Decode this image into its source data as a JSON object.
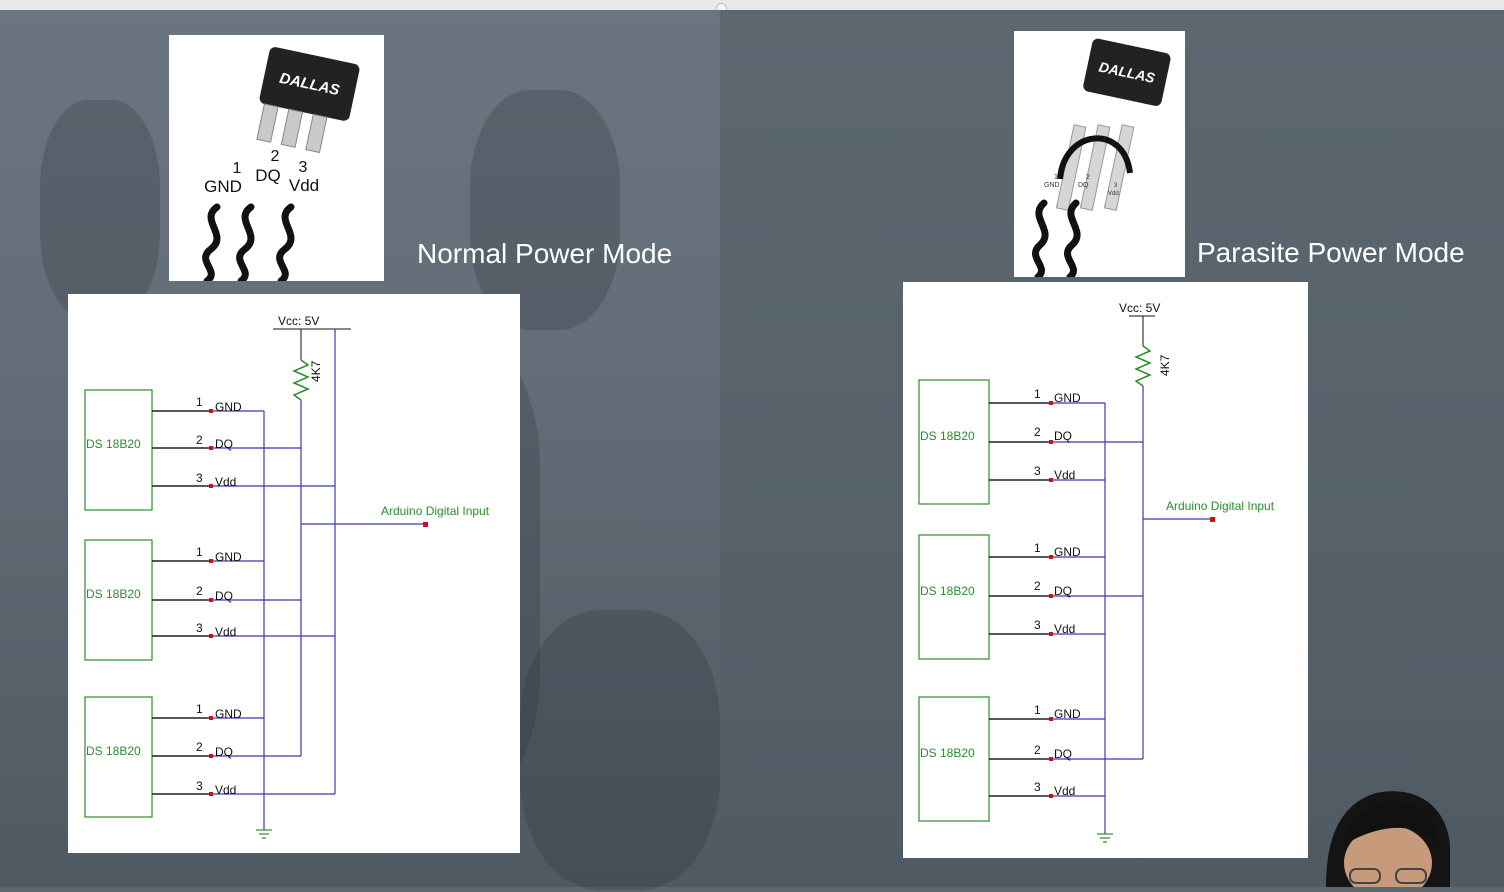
{
  "modes": [
    {
      "title": "Normal Power Mode",
      "package": {
        "brand": "DALLAS",
        "pins": [
          {
            "num": "1",
            "name": "GND"
          },
          {
            "num": "2",
            "name": "DQ"
          },
          {
            "num": "3",
            "name": "Vdd"
          }
        ]
      },
      "schematic": {
        "vcc_label": "Vcc: 5V",
        "resistor_label": "4K7",
        "output_label": "Arduino Digital Input",
        "sensors": [
          {
            "label": "DS 18B20",
            "pins": [
              {
                "num": "1",
                "name": "GND"
              },
              {
                "num": "2",
                "name": "DQ"
              },
              {
                "num": "3",
                "name": "Vdd"
              }
            ]
          },
          {
            "label": "DS 18B20",
            "pins": [
              {
                "num": "1",
                "name": "GND"
              },
              {
                "num": "2",
                "name": "DQ"
              },
              {
                "num": "3",
                "name": "Vdd"
              }
            ]
          },
          {
            "label": "DS 18B20",
            "pins": [
              {
                "num": "1",
                "name": "GND"
              },
              {
                "num": "2",
                "name": "DQ"
              },
              {
                "num": "3",
                "name": "Vdd"
              }
            ]
          }
        ]
      }
    },
    {
      "title": "Parasite Power Mode",
      "package": {
        "brand": "DALLAS",
        "pins": [
          {
            "num": "1",
            "name": "GND"
          },
          {
            "num": "2",
            "name": "DQ"
          },
          {
            "num": "3",
            "name": "Vdd"
          }
        ]
      },
      "schematic": {
        "vcc_label": "Vcc: 5V",
        "resistor_label": "4K7",
        "output_label": "Arduino Digital Input",
        "sensors": [
          {
            "label": "DS 18B20",
            "pins": [
              {
                "num": "1",
                "name": "GND"
              },
              {
                "num": "2",
                "name": "DQ"
              },
              {
                "num": "3",
                "name": "Vdd"
              }
            ]
          },
          {
            "label": "DS 18B20",
            "pins": [
              {
                "num": "1",
                "name": "GND"
              },
              {
                "num": "2",
                "name": "DQ"
              },
              {
                "num": "3",
                "name": "Vdd"
              }
            ]
          },
          {
            "label": "DS 18B20",
            "pins": [
              {
                "num": "1",
                "name": "GND"
              },
              {
                "num": "2",
                "name": "DQ"
              },
              {
                "num": "3",
                "name": "Vdd"
              }
            ]
          }
        ]
      }
    }
  ],
  "colors": {
    "wire": "#3a3ab0",
    "component": "#2e8b2e",
    "pin_marker": "#d01010",
    "ink": "#111111"
  }
}
